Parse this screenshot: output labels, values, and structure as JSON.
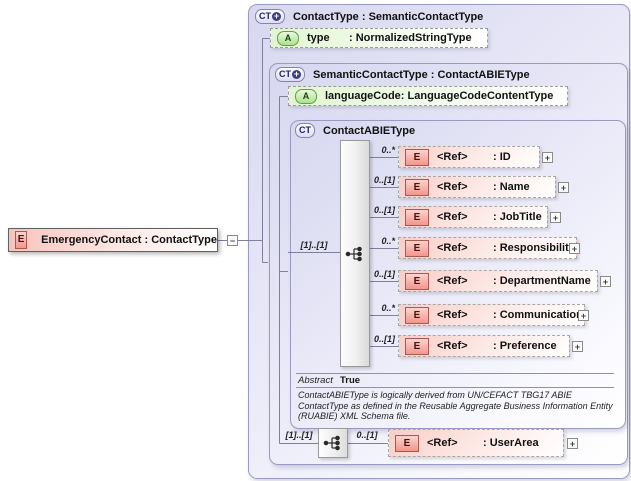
{
  "root_element": {
    "badge": "E",
    "label": "EmergencyContact : ContactType",
    "collapse_glyph": "−"
  },
  "contact_type": {
    "badge": "CT",
    "extends_glyph": "+",
    "title": "ContactType : SemanticContactType",
    "attr": {
      "badge": "A",
      "name": "type",
      "type": ": NormalizedStringType"
    }
  },
  "semantic": {
    "badge": "CT",
    "extends_glyph": "+",
    "title": "SemanticContactType : ContactABIEType",
    "attr": {
      "badge": "A",
      "name": "languageCode",
      "type": ": LanguageCodeContentType"
    }
  },
  "abie": {
    "badge": "CT",
    "title": "ContactABIEType",
    "sequence_cardinality": "[1]..[1]",
    "elements": [
      {
        "cardinality": "0..*",
        "badge": "E",
        "ref": "<Ref>",
        "type": ": ID",
        "expand": "+"
      },
      {
        "cardinality": "0..[1]",
        "badge": "E",
        "ref": "<Ref>",
        "type": ": Name",
        "expand": "+"
      },
      {
        "cardinality": "0..[1]",
        "badge": "E",
        "ref": "<Ref>",
        "type": ": JobTitle",
        "expand": "+"
      },
      {
        "cardinality": "0..*",
        "badge": "E",
        "ref": "<Ref>",
        "type": ": Responsibility",
        "expand": "+"
      },
      {
        "cardinality": "0..[1]",
        "badge": "E",
        "ref": "<Ref>",
        "type": ": DepartmentName",
        "expand": "+"
      },
      {
        "cardinality": "0..*",
        "badge": "E",
        "ref": "<Ref>",
        "type": ": Communication",
        "expand": "+"
      },
      {
        "cardinality": "0..[1]",
        "badge": "E",
        "ref": "<Ref>",
        "type": ": Preference",
        "expand": "+"
      }
    ],
    "abstract_label": "Abstract",
    "abstract_value": "True",
    "note": "ContactABIEType is logically derived from UN/CEFACT TBG17 ABIE ContactType as defined in the Reusable Aggregate Business Information Entity (RUABIE) XML Schema file."
  },
  "user_area": {
    "sequence_cardinality": "[1]..[1]",
    "cardinality": "0..[1]",
    "badge": "E",
    "ref": "<Ref>",
    "type": ": UserArea",
    "expand": "+"
  },
  "colors": {
    "container_fill": "#d7d7f0",
    "container_border": "#9a9ac0",
    "element_pink": "#f9cdc7",
    "attribute_green": "#e2f6d2",
    "badge_navy": "#1c1c6e",
    "wire_gray": "#80809c"
  }
}
